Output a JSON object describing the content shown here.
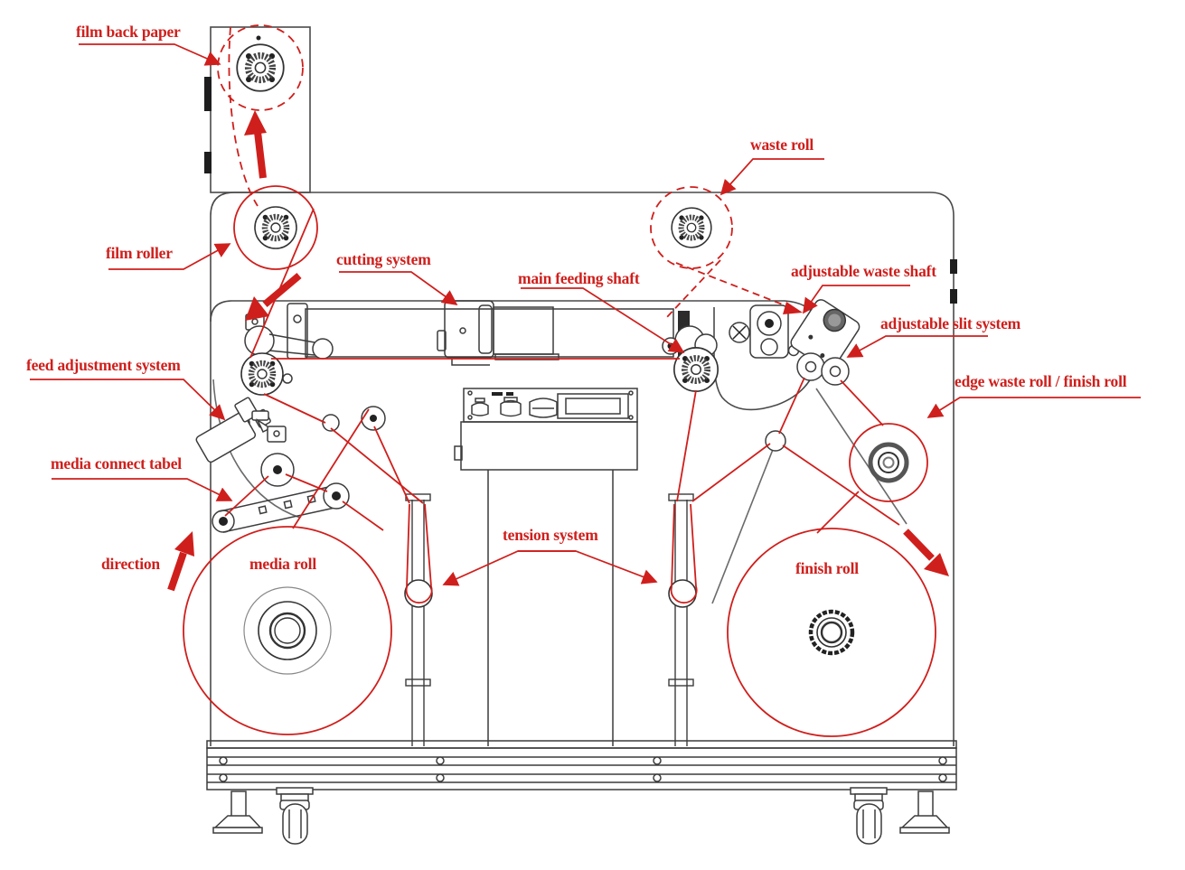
{
  "colors": {
    "annotation_red": "#cf1f1c",
    "machine_line": "#4a4a4a",
    "machine_dark": "#1e1e1e"
  },
  "labels": [
    {
      "id": "film-back-paper",
      "text": "film back paper"
    },
    {
      "id": "film-roller",
      "text": "film roller"
    },
    {
      "id": "cutting-system",
      "text": "cutting system"
    },
    {
      "id": "main-feeding-shaft",
      "text": "main feeding shaft"
    },
    {
      "id": "waste-roll",
      "text": "waste roll"
    },
    {
      "id": "adjustable-waste-shaft",
      "text": "adjustable waste shaft"
    },
    {
      "id": "adjustable-slit-system",
      "text": "adjustable slit system"
    },
    {
      "id": "edge-waste-roll-finish-roll",
      "text": "edge waste roll / finish roll"
    },
    {
      "id": "feed-adjustment-system",
      "text": "feed adjustment system"
    },
    {
      "id": "media-connect-tabel",
      "text": "media connect tabel"
    },
    {
      "id": "direction",
      "text": "direction"
    },
    {
      "id": "media-roll",
      "text": "media roll"
    },
    {
      "id": "tension-system",
      "text": "tension system"
    },
    {
      "id": "finish-roll",
      "text": "finish roll"
    }
  ]
}
